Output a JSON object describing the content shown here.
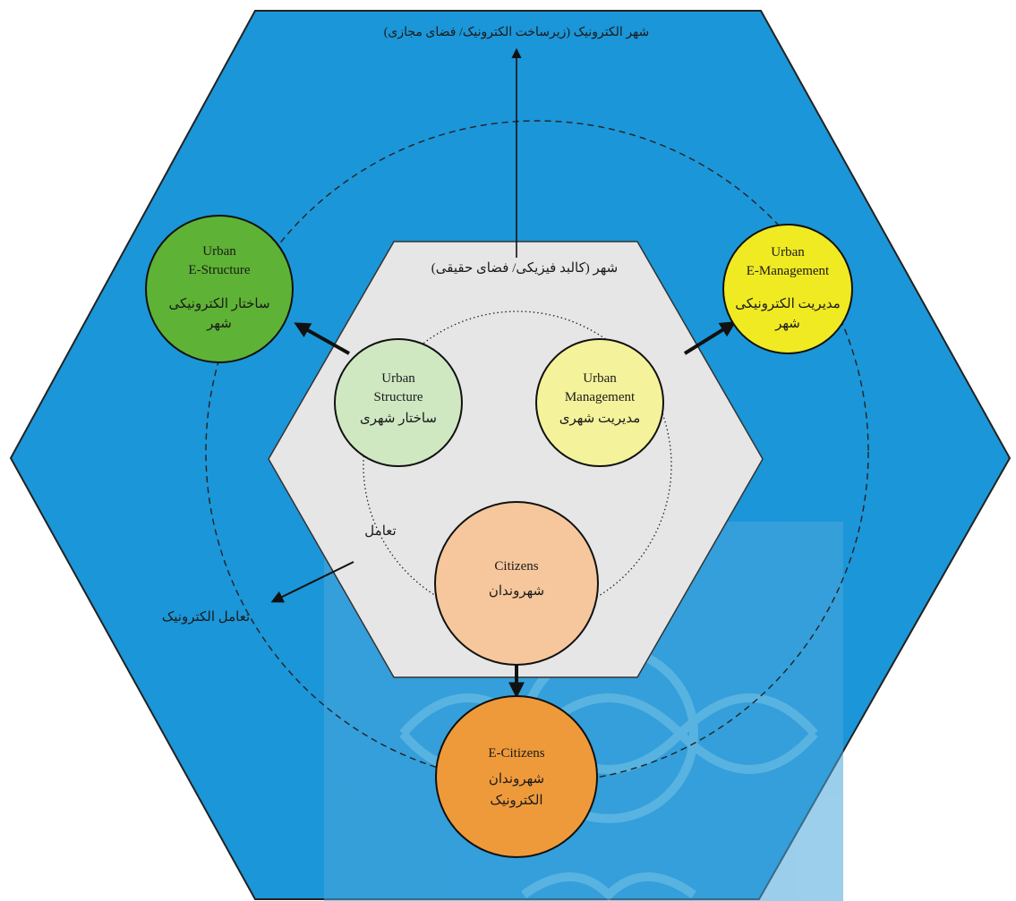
{
  "colors": {
    "outer_hexagon": "#1b96d8",
    "inner_hexagon": "#e6e6e6",
    "urban_e_structure": "#5eb235",
    "urban_e_management": "#f0ea23",
    "urban_structure": "#cfe8c2",
    "urban_management": "#f4f29b",
    "citizens": "#f6c79c",
    "e_citizens": "#ef9a3a",
    "watermark": "#6aaed3"
  },
  "outer_title": "شهر الکترونیک (زیرساخت الکترونیک/ فضای مجازی)",
  "inner_title": "شهر (کالبد فیزیکی/ فضای حقیقی)",
  "interaction_label": "تعامل",
  "e_interaction_label": "تعامل الکترونیک",
  "nodes": {
    "urban_e_structure": {
      "line1": "Urban",
      "line2": "E-Structure",
      "fa1": "ساختار الکترونیکی",
      "fa2": "شهر"
    },
    "urban_e_management": {
      "line1": "Urban",
      "line2": "E-Management",
      "fa1": "مدیریت الکترونیکی",
      "fa2": "شهر"
    },
    "urban_structure": {
      "line1": "Urban",
      "line2": "Structure",
      "fa1": "ساختار شهری"
    },
    "urban_management": {
      "line1": "Urban",
      "line2": "Management",
      "fa1": "مدیریت شهری"
    },
    "citizens": {
      "line1": "Citizens",
      "fa1": "شهروندان"
    },
    "e_citizens": {
      "line1": "E-Citizens",
      "fa1": "شهروندان",
      "fa2": "الکترونیک"
    }
  },
  "watermark_icon": "arabesque-star-icon"
}
